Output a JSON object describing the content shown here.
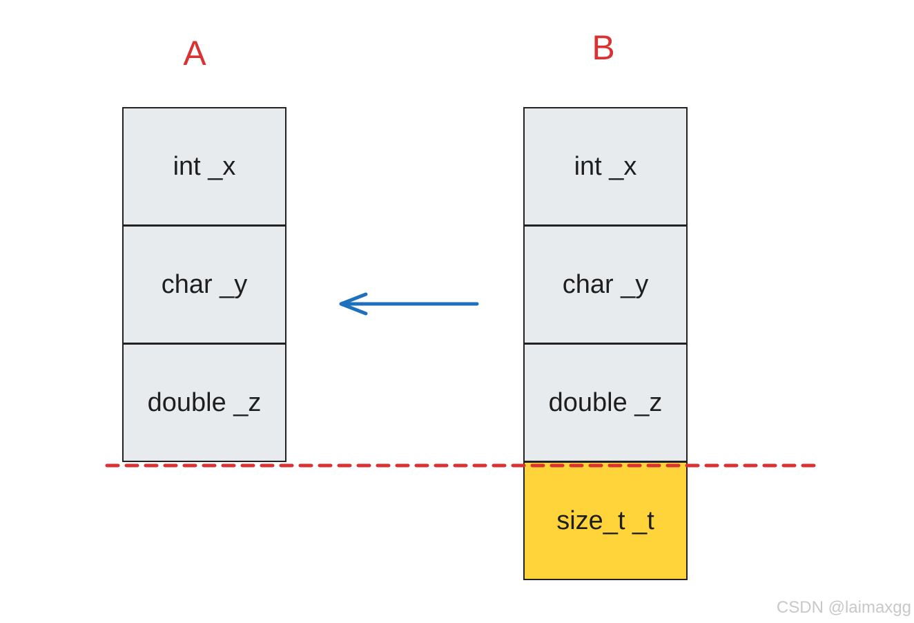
{
  "labels": {
    "a": "A",
    "b": "B"
  },
  "stack_a": {
    "cells": [
      "int _x",
      "char _y",
      "double _z"
    ]
  },
  "stack_b": {
    "cells": [
      "int _x",
      "char _y",
      "double _z"
    ],
    "extra_cell": "size_t _t"
  },
  "watermark": "CSDN @laimaxgg",
  "colors": {
    "label": "#d93232",
    "cell_fill": "#e8ebee",
    "extra_fill": "#ffd43a",
    "arrow": "#1f6fbf",
    "cut_line": "#d93232",
    "border": "#222222"
  }
}
